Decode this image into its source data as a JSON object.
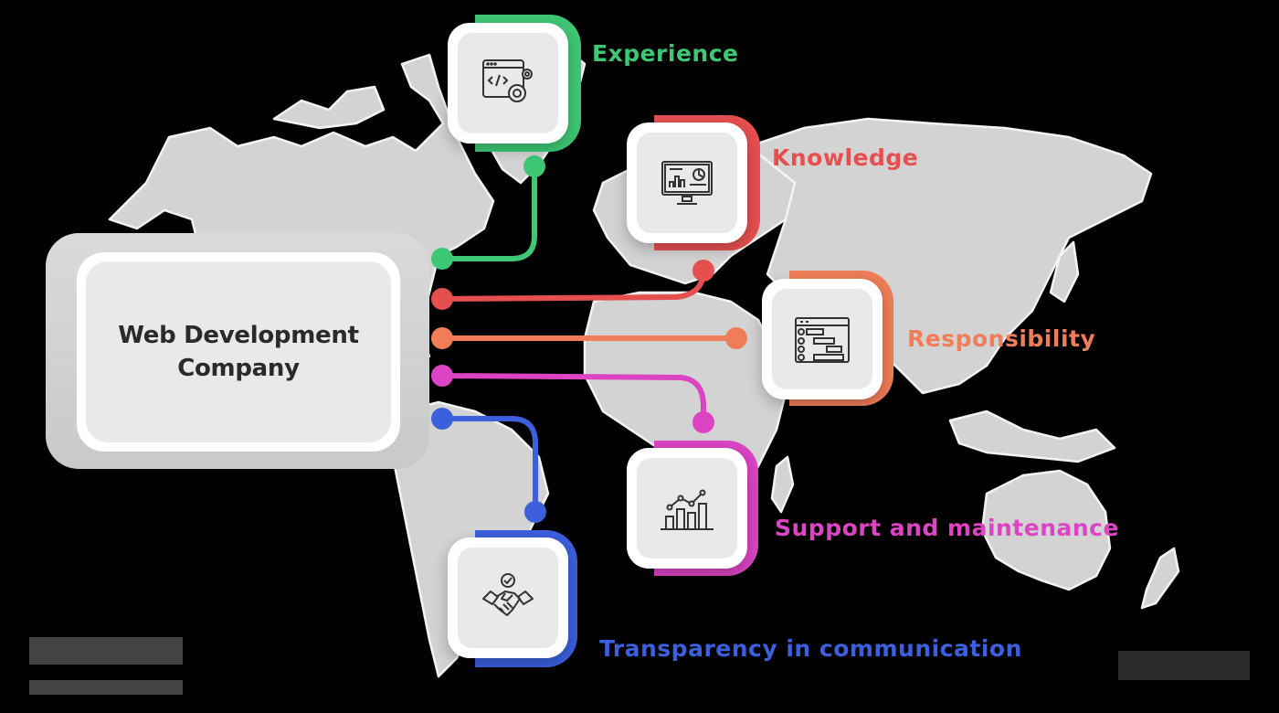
{
  "center": {
    "title_line1": "Web Development",
    "title_line2": "Company"
  },
  "colors": {
    "experience": "#3ec774",
    "knowledge": "#e5504f",
    "responsibility": "#f07d58",
    "support": "#dc44c4",
    "transparency": "#3b5fdd",
    "map_land": "#d3d3d3",
    "card_inner": "#e8e9ea",
    "text_dark": "#2a2a2a"
  },
  "items": [
    {
      "key": "experience",
      "label": "Experience",
      "icon": "code-window-gear-icon"
    },
    {
      "key": "knowledge",
      "label": "Knowledge",
      "icon": "monitor-analytics-icon"
    },
    {
      "key": "responsibility",
      "label": "Responsibility",
      "icon": "task-list-gantt-icon"
    },
    {
      "key": "support",
      "label": "Support and maintenance",
      "icon": "growth-bar-chart-icon"
    },
    {
      "key": "transparency",
      "label": "Transparency in communication",
      "icon": "handshake-check-icon"
    }
  ],
  "footer": {
    "left_logo": "obscured-logo",
    "right_logo": "obscured-logo"
  }
}
